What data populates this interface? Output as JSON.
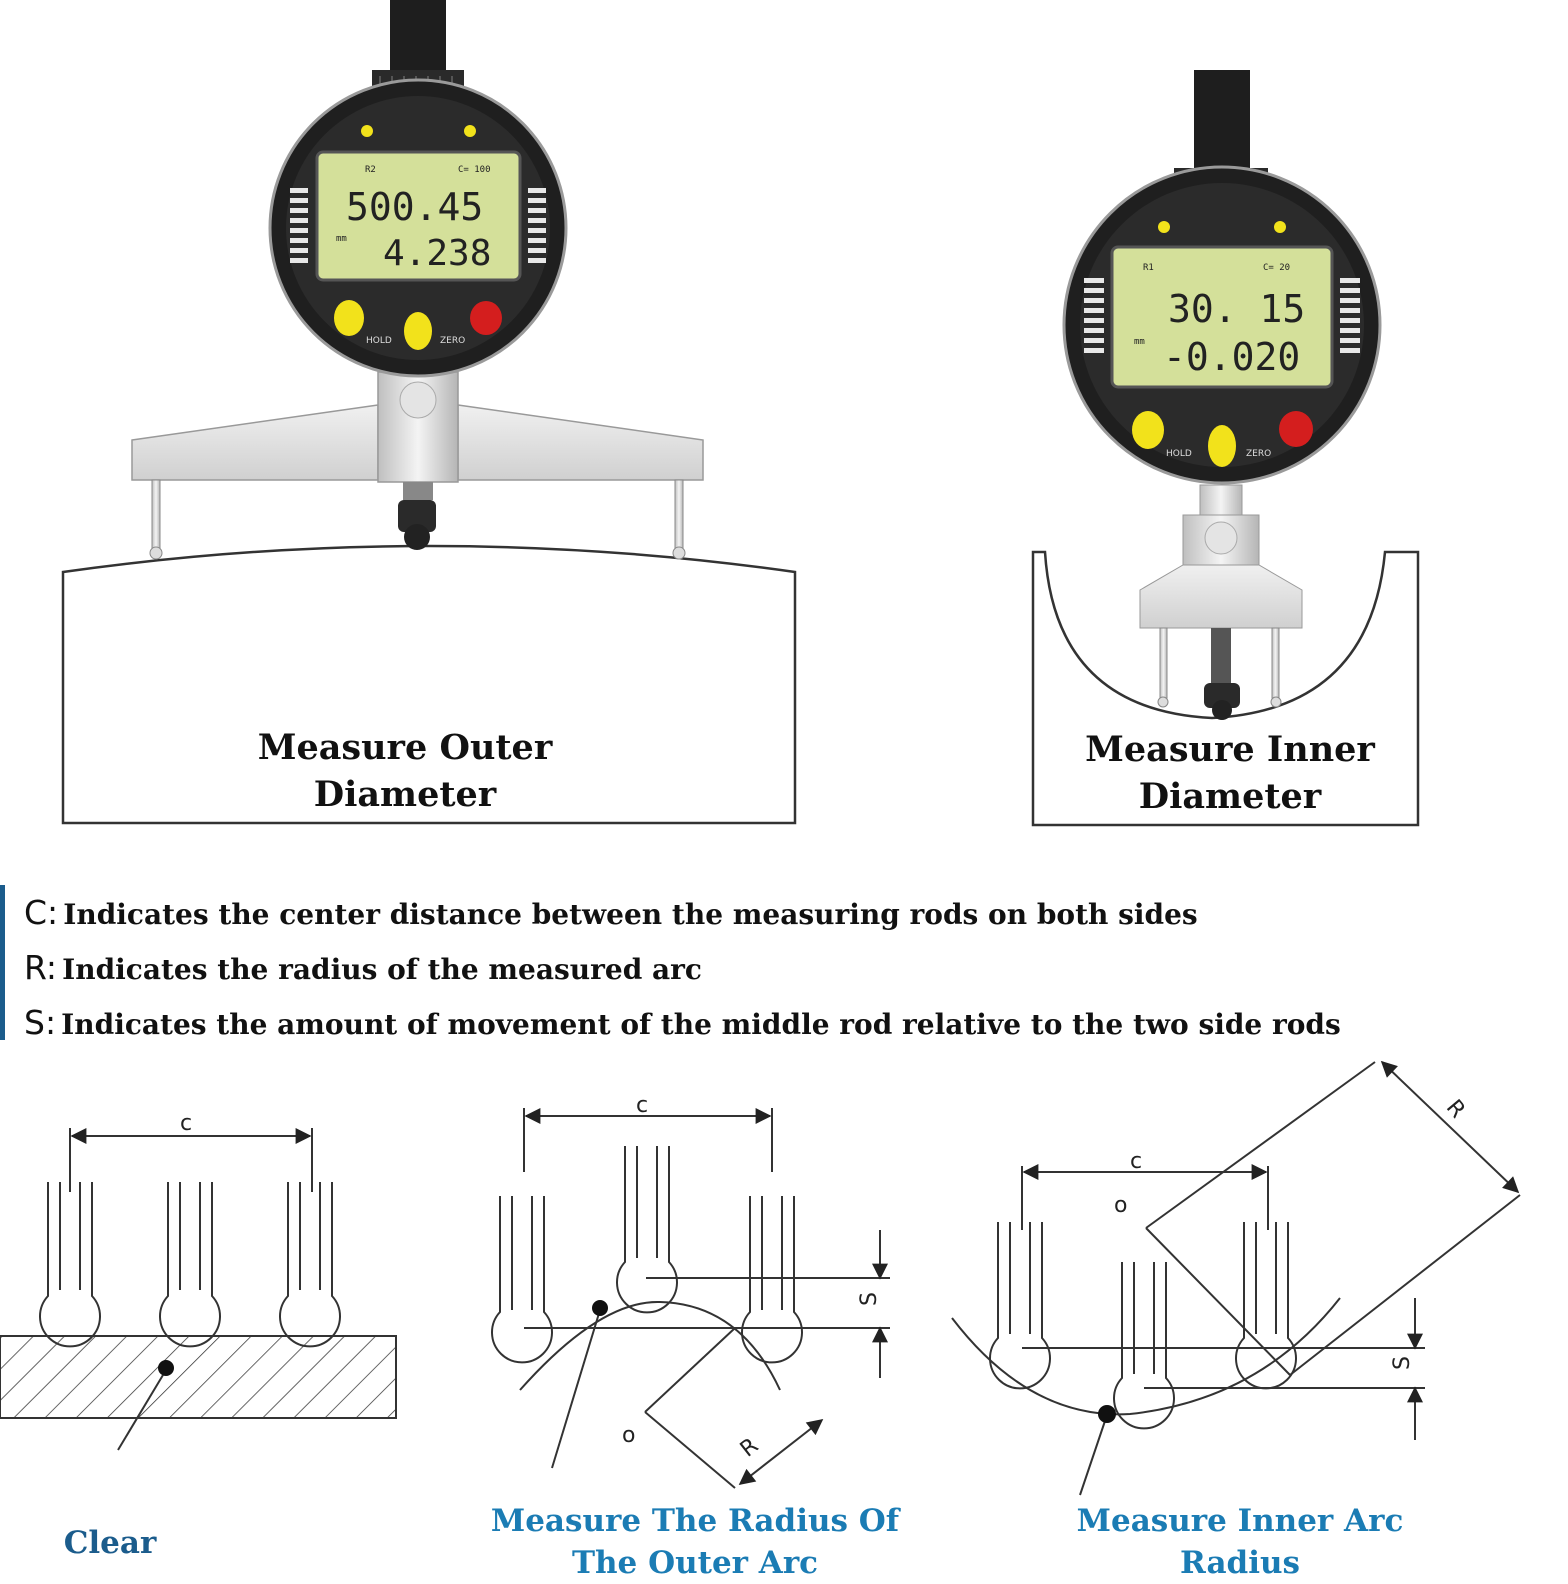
{
  "gauge_left": {
    "top_label": "R2",
    "mode_label": "C= 100",
    "reading_main": "500.45",
    "reading_sub": "4.238",
    "unit": "mm",
    "hold_label": "HOLD",
    "zero_label": "ZERO"
  },
  "gauge_right": {
    "top_label": "R1",
    "mode_label": "C= 20",
    "reading_main": "30. 15",
    "reading_sub": "-0.020",
    "unit": "mm",
    "hold_label": "HOLD",
    "zero_label": "ZERO"
  },
  "captions": {
    "outer_line1": "Measure Outer",
    "outer_line2": "Diameter",
    "inner_line1": "Measure Inner",
    "inner_line2": "Diameter"
  },
  "legend": [
    {
      "key": "C",
      "text": "Indicates the center distance between the measuring rods on both sides"
    },
    {
      "key": "R",
      "text": "Indicates the radius of the measured arc"
    },
    {
      "key": "S",
      "text": "Indicates the amount of movement of the middle rod relative to the two side rods"
    }
  ],
  "legend_separator": ":",
  "diagrams": {
    "dim_c": "c",
    "dim_r": "R",
    "dim_s": "S",
    "center_o": "o",
    "clear": "Clear",
    "outer_arc": "Measure The Radius Of The Outer Arc",
    "inner_arc": "Measure Inner Arc Radius"
  },
  "colors": {
    "accent_blue": "#1b5c8c",
    "lcd_green": "#d4e09a",
    "button_yellow": "#f2e21b",
    "button_red": "#d41e1e",
    "gauge_body": "#2b2b2b"
  }
}
